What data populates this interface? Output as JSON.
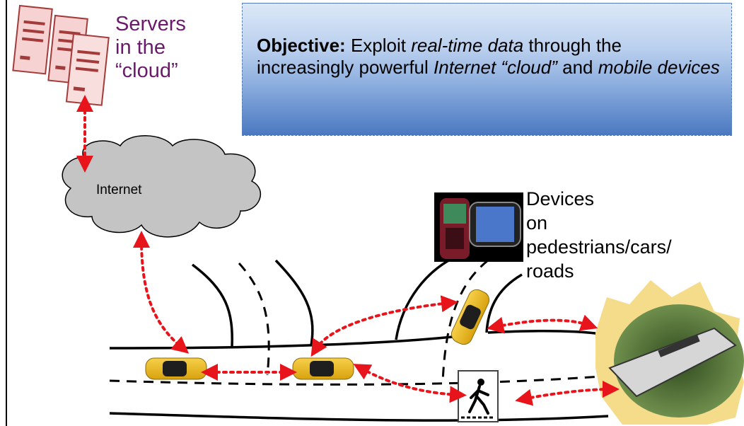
{
  "servers": {
    "label_line1": "Servers",
    "label_line2": "in the",
    "label_line3": "“cloud”",
    "icon": "server-tower-icon",
    "color": "#6a1a6a"
  },
  "objective": {
    "label": "Objective:",
    "t1": " Exploit ",
    "t2": "real-time data",
    "t3": " through the increasingly powerful ",
    "t4": "Internet “cloud”",
    "t5": " and ",
    "t6": "mobile devices"
  },
  "cloud": {
    "label": "Internet",
    "icon": "cloud-icon"
  },
  "devices": {
    "line1": "Devices",
    "line2": "on",
    "line3": "pedestrians/cars/",
    "line4": "roads",
    "icon": "smartphones-icon"
  },
  "scene": {
    "car_icon": "taxi-car-icon",
    "pedestrian_icon": "pedestrian-crossing-icon",
    "train_icon": "train-tunnel-icon",
    "link_color": "#e8141b"
  }
}
